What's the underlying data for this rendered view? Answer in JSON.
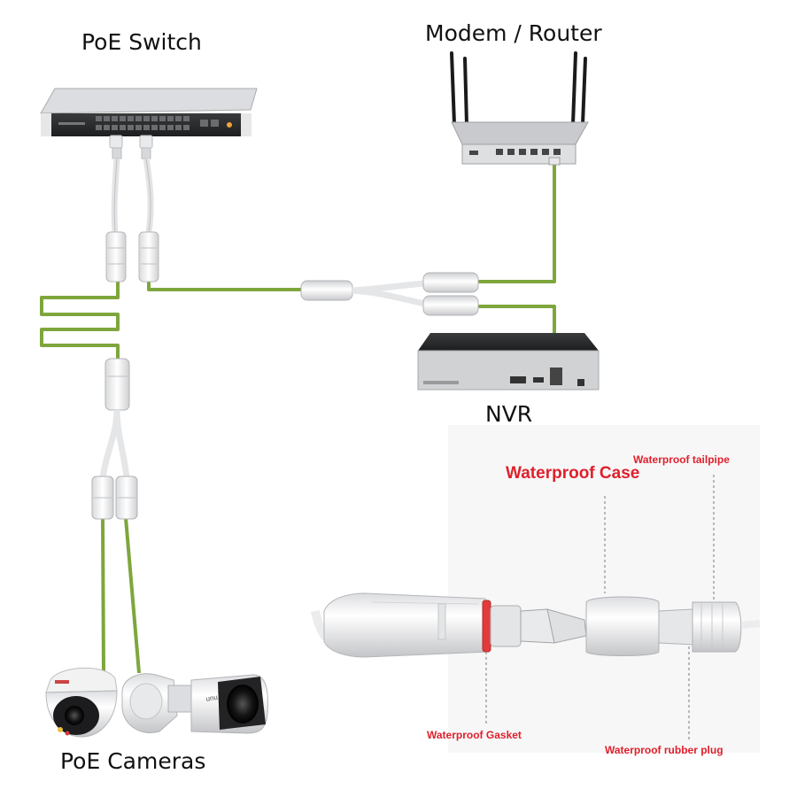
{
  "labels": {
    "poe_switch": "PoE Switch",
    "modem_router": "Modem / Router",
    "nvr": "NVR",
    "poe_cameras": "PoE Cameras"
  },
  "detail": {
    "case": "Waterproof Case",
    "tailpipe": "Waterproof tailpipe",
    "gasket": "Waterproof Gasket",
    "rubber_plug": "Waterproof rubber plug"
  },
  "camera_brand": "UNU",
  "colors": {
    "cable": "#7ea63c",
    "annotation": "#e0202b",
    "gasket_ring": "#e23b3b"
  }
}
